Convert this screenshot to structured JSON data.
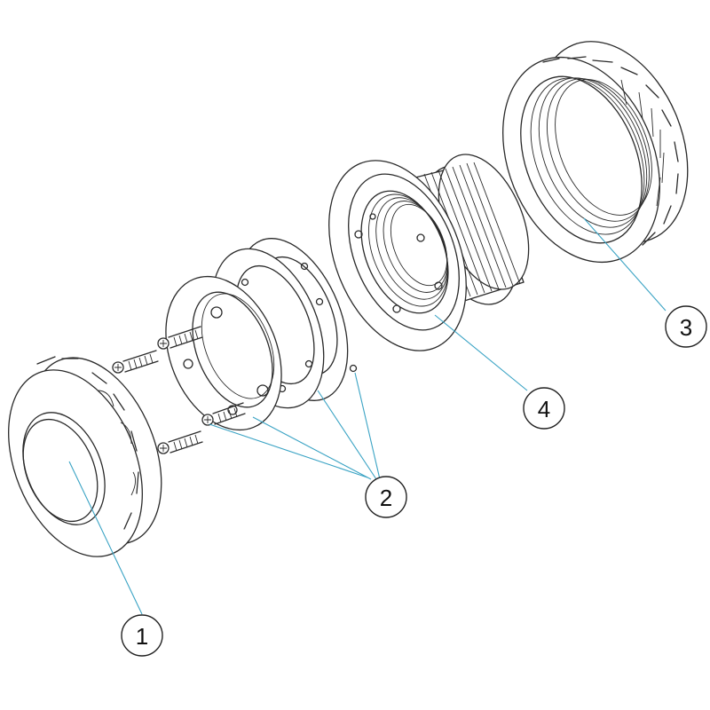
{
  "callouts": [
    {
      "id": "1",
      "label": "1"
    },
    {
      "id": "2",
      "label": "2"
    },
    {
      "id": "3",
      "label": "3"
    },
    {
      "id": "4",
      "label": "4"
    }
  ],
  "colors": {
    "leader": "#3aa3c4",
    "outline": "#2a2a2a",
    "background": "#ffffff"
  }
}
